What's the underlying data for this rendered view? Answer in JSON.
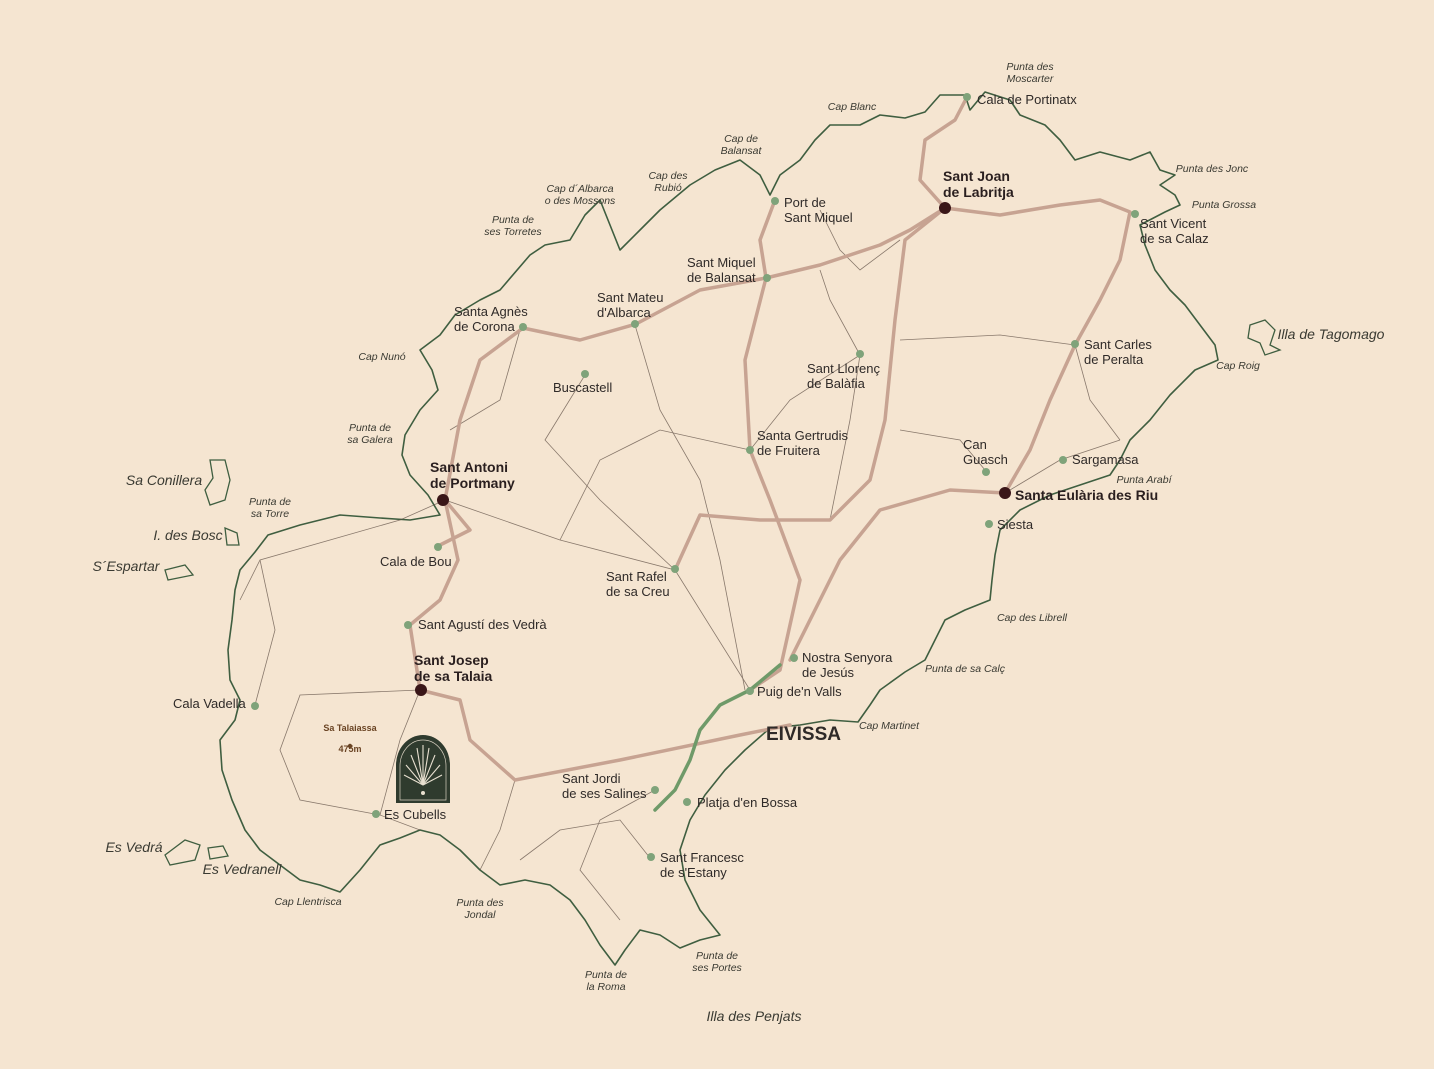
{
  "map_title": "Eivissa",
  "colors": {
    "background": "#f5e5d1",
    "coast": "#3f5e40",
    "main_road": "#c7a392",
    "minor_road": "#5a4a40",
    "village_dot": "#7fa37a",
    "town_dot": "#3a1618",
    "logo": "#2f3b2e",
    "highlight_road": "#6f9a69"
  },
  "places": [
    {
      "type": "major",
      "lines": [
        "Sant Joan",
        "de Labritja"
      ]
    },
    {
      "type": "major",
      "lines": [
        "Sant Antoni",
        "de Portmany"
      ]
    },
    {
      "type": "major",
      "lines": [
        "Sant Josep",
        "de sa Talaia"
      ]
    },
    {
      "type": "major",
      "lines": [
        "Santa Eulària des Riu"
      ]
    },
    {
      "type": "town",
      "lines": [
        "Cala de Portinatx"
      ]
    },
    {
      "type": "town",
      "lines": [
        "Port de",
        "Sant Miquel"
      ]
    },
    {
      "type": "town",
      "lines": [
        "Sant Vicent",
        "de sa Calaz"
      ]
    },
    {
      "type": "town",
      "lines": [
        "Sant Miquel",
        "de Balansat"
      ]
    },
    {
      "type": "town",
      "lines": [
        "Sant Mateu",
        "d'Albarca"
      ]
    },
    {
      "type": "town",
      "lines": [
        "Santa Agnès",
        "de Corona"
      ]
    },
    {
      "type": "town",
      "lines": [
        "Buscastell"
      ]
    },
    {
      "type": "town",
      "lines": [
        "Sant Llorenç",
        "de Balàfia"
      ]
    },
    {
      "type": "town",
      "lines": [
        "Sant Carles",
        "de Peralta"
      ]
    },
    {
      "type": "town",
      "lines": [
        "Santa Gertrudis",
        "de Fruitera"
      ]
    },
    {
      "type": "town",
      "lines": [
        "Can",
        "Guasch"
      ]
    },
    {
      "type": "town",
      "lines": [
        "Sargamasa"
      ]
    },
    {
      "type": "town",
      "lines": [
        "Siesta"
      ]
    },
    {
      "type": "town",
      "lines": [
        "Cala de Bou"
      ]
    },
    {
      "type": "town",
      "lines": [
        "Sant Rafel",
        "de sa Creu"
      ]
    },
    {
      "type": "town",
      "lines": [
        "Sant Agustí des Vedrà"
      ]
    },
    {
      "type": "town",
      "lines": [
        "Nostra Senyora",
        "de Jesús"
      ]
    },
    {
      "type": "town",
      "lines": [
        "Puig de'n Valls"
      ]
    },
    {
      "type": "town",
      "lines": [
        "Cala Vadella"
      ]
    },
    {
      "type": "town",
      "lines": [
        "Sant Jordi",
        "de ses Salines"
      ]
    },
    {
      "type": "town",
      "lines": [
        "Platja d'en Bossa"
      ]
    },
    {
      "type": "town",
      "lines": [
        "Es Cubells"
      ]
    },
    {
      "type": "town",
      "lines": [
        "Sant Francesc",
        "de s'Estany"
      ]
    },
    {
      "type": "city",
      "lines": [
        "EIVISSA"
      ]
    },
    {
      "type": "peak",
      "lines": [
        "Sa Talaiassa",
        "475m"
      ]
    }
  ],
  "capes": [
    [
      "Punta des",
      "Moscarter"
    ],
    [
      "Cap Blanc"
    ],
    [
      "Cap de",
      "Balansat"
    ],
    [
      "Cap des",
      "Rubió"
    ],
    [
      "Cap d´Albarca",
      "o des Mossons"
    ],
    [
      "Punta de",
      "ses Torretes"
    ],
    [
      "Cap Nunó"
    ],
    [
      "Punta de",
      "sa Galera"
    ],
    [
      "Punta de",
      "sa Torre"
    ],
    [
      "Punta des Jonc"
    ],
    [
      "Punta Grossa"
    ],
    [
      "Cap Roig"
    ],
    [
      "Punta Arabí"
    ],
    [
      "Cap des Librell"
    ],
    [
      "Punta de sa Calç"
    ],
    [
      "Cap Martinet"
    ],
    [
      "Cap Llentrisca"
    ],
    [
      "Punta des",
      "Jondal"
    ],
    [
      "Punta de",
      "la Roma"
    ],
    [
      "Punta de",
      "ses Portes"
    ]
  ],
  "islands": [
    "Illa de Tagomago",
    "Sa Conillera",
    "I. des Bosc",
    "S´Espartar",
    "Es Vedrá",
    "Es Vedranell",
    "Illa des Penjats"
  ]
}
